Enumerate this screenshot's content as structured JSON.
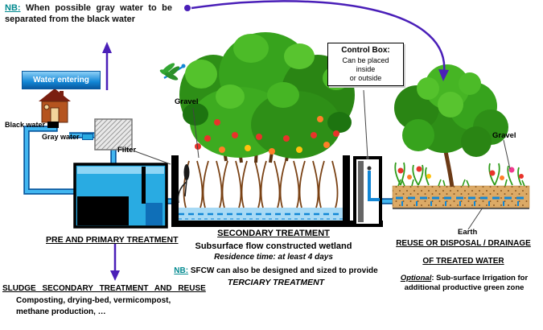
{
  "colors": {
    "accent_purple": "#4a1fb8",
    "nb_teal": "#00898f",
    "water_blue": "#29abe2",
    "pipe_blue": "#1287d6",
    "soil_tan": "#d8a35f",
    "foliage_green": "#2e8f17"
  },
  "top_note": {
    "nb": "NB:",
    "text": " When possible gray water to be separated from the black water"
  },
  "inlet": {
    "water_entering": "Water entering",
    "black_water": "Black water",
    "gray_water": "Gray water",
    "filter": "Filter"
  },
  "control_box": {
    "title": "Control Box:",
    "line1": "Can be placed",
    "line2": "inside",
    "line3": "or outside"
  },
  "labels": {
    "gravel": "Gravel",
    "earth": "Earth"
  },
  "primary": {
    "title": "PRE AND PRIMARY TREATMENT"
  },
  "secondary": {
    "title": "SECONDARY TREATMENT",
    "subtitle": "Subsurface flow constructed wetland",
    "residence": "Residence time: at least 4 days",
    "nb": "NB:",
    "note": " SFCW can also be designed and sized to provide",
    "note_emph": "TERCIARY TREATMENT"
  },
  "reuse": {
    "line1": "REUSE OR DISPOSAL / DRAINAGE",
    "line2": "OF TREATED WATER",
    "optional_label": "Optional",
    "optional_text": ": Sub-surface Irrigation for additional productive green zone"
  },
  "sludge": {
    "title": "SLUDGE SECONDARY TREATMENT AND REUSE",
    "line1": "Composting, drying-bed, vermicompost,",
    "line2": "methane production, …"
  }
}
